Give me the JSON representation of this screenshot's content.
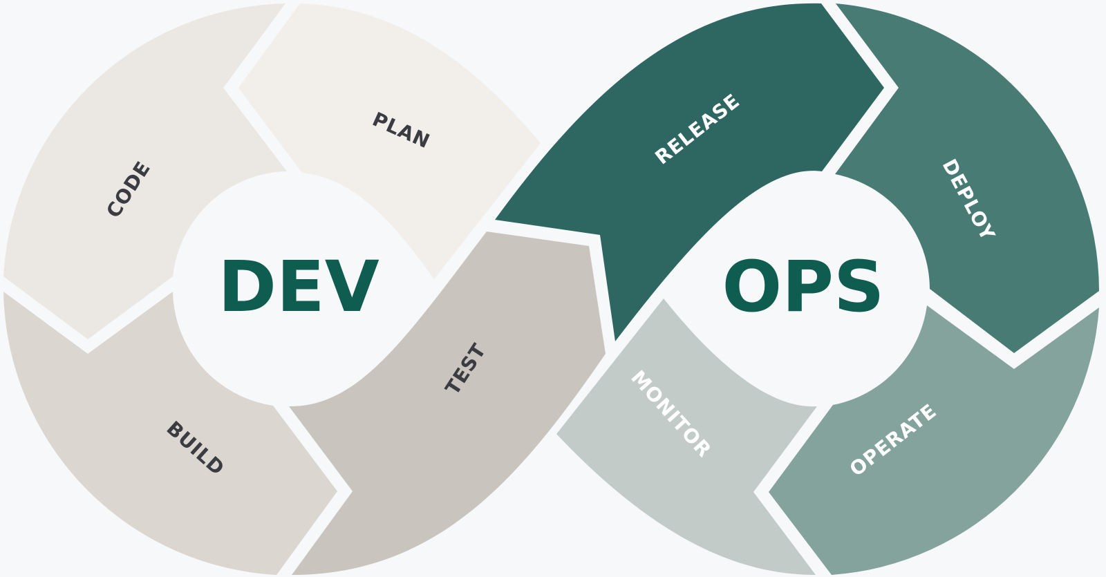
{
  "hubs": {
    "dev": {
      "label": "DEV",
      "color": "#0f5c50"
    },
    "ops": {
      "label": "OPS",
      "color": "#0f5c50"
    }
  },
  "segments": [
    {
      "id": "code",
      "label": "CODE",
      "fill": "#ebe8e4",
      "text_color": "#3a3c42"
    },
    {
      "id": "plan",
      "label": "PLAN",
      "fill": "#f2efeb",
      "text_color": "#3a3c42"
    },
    {
      "id": "build",
      "label": "BUILD",
      "fill": "#dbd6d0",
      "text_color": "#3a3c42"
    },
    {
      "id": "test",
      "label": "TEST",
      "fill": "#c9c4bd",
      "text_color": "#3a3c42"
    },
    {
      "id": "release",
      "label": "RELEASE",
      "fill": "#2e6661",
      "text_color": "#ffffff"
    },
    {
      "id": "deploy",
      "label": "DEPLOY",
      "fill": "#477b74",
      "text_color": "#ffffff"
    },
    {
      "id": "operate",
      "label": "OPERATE",
      "fill": "#85a39d",
      "text_color": "#ffffff"
    },
    {
      "id": "monitor",
      "label": "MONITOR",
      "fill": "#c3cbc9",
      "text_color": "#ffffff"
    }
  ]
}
